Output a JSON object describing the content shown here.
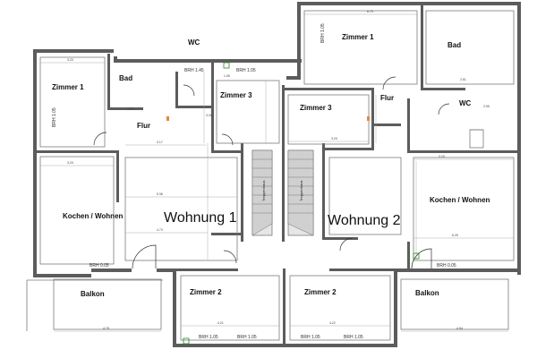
{
  "units": [
    {
      "id": "w1",
      "label": "Wohnung 1"
    },
    {
      "id": "w2",
      "label": "Wohnung 2"
    }
  ],
  "rooms": {
    "w1_zimmer1": "Zimmer 1",
    "w1_bad": "Bad",
    "w1_wc": "WC",
    "w1_zimmer3": "Zimmer 3",
    "w1_flur": "Flur",
    "w1_kochen": "Kochen / Wohnen",
    "w1_balkon": "Balkon",
    "w1_zimmer2": "Zimmer 2",
    "w2_zimmer1": "Zimmer 1",
    "w2_bad": "Bad",
    "w2_wc": "WC",
    "w2_zimmer3": "Zimmer 3",
    "w2_flur": "Flur",
    "w2_kochen": "Kochen / Wohnen",
    "w2_balkon": "Balkon",
    "w2_zimmer2": "Zimmer 2"
  },
  "brh_labels": {
    "a": "BRH 1.45",
    "b": "BRH 1.05",
    "c": "BRH 0.05",
    "d": "BRH 0.05",
    "e": "BRH 1.05",
    "f": "BRH 1.05",
    "g": "BRH 1.05",
    "h": "BRH 1.05",
    "i": "BRH 1.05",
    "j": "BRH 1.05"
  },
  "stair_labels": {
    "left": "Treppenhaus",
    "right": "Treppenhaus"
  },
  "dimensions": {
    "d1": "3.20",
    "d2": "2.78",
    "d3": "3.17",
    "d4": "5.36",
    "d5": "3.20",
    "d6": "4.73",
    "d7": "3.20",
    "d8": "6.75",
    "d9": "4.21",
    "d10": "4.22",
    "d11": "3.20",
    "d12": "4.78",
    "d13": "2.95",
    "d14": "2.51",
    "d15": "3.26",
    "d16": "6.25",
    "d17": "4.94",
    "d18": "1.05"
  }
}
